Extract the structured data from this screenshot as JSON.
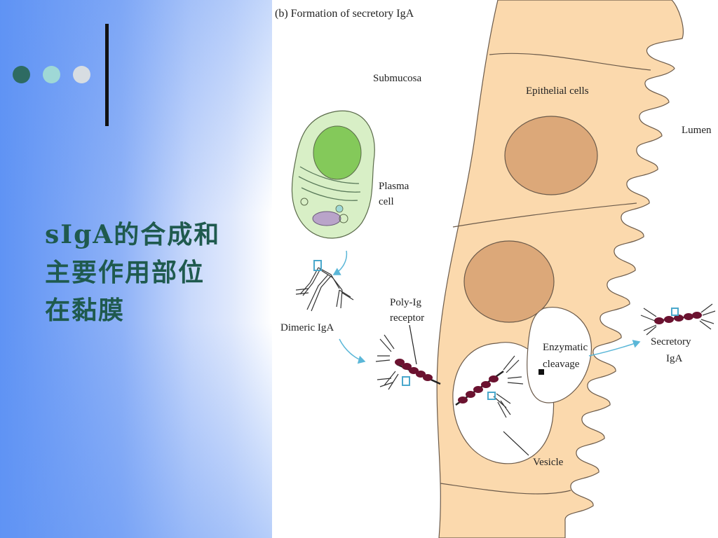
{
  "slide": {
    "title_lines": [
      "sIgA的合成和",
      "主要作用部位",
      "在黏膜"
    ]
  },
  "diagram": {
    "heading": "(b)  Formation of secretory IgA",
    "labels": {
      "submucosa": "Submucosa",
      "epithelial_cells": "Epithelial cells",
      "lumen": "Lumen",
      "plasma_line1": "Plasma",
      "plasma_line2": "cell",
      "dimeric_iga": "Dimeric IgA",
      "polyig_line1": "Poly-Ig",
      "polyig_line2": "receptor",
      "enzymatic_line1": "Enzymatic",
      "enzymatic_line2": "cleavage",
      "vesicle": "Vesicle",
      "secretory_line1": "Secretory",
      "secretory_line2": "IgA"
    },
    "colors": {
      "epithelium": "#fbd9ad",
      "nucleus": "#dca879",
      "plasma_cell": "#d8efc6",
      "plasma_nucleus": "#84c95a",
      "receptor": "#6b1230",
      "arrow": "#5bb7d8",
      "ig_j_chain": "#4aa8cc"
    }
  }
}
